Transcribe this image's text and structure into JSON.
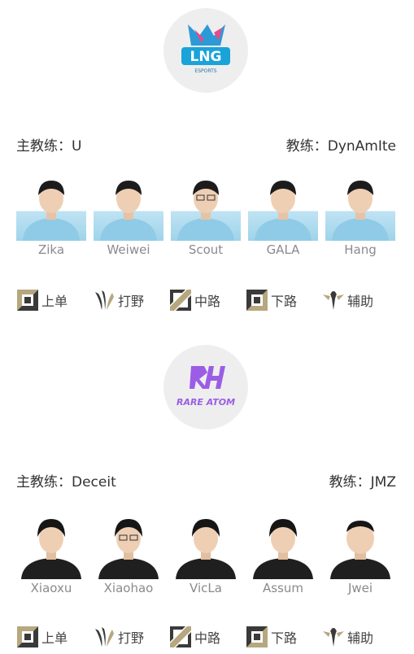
{
  "teams": [
    {
      "logo": {
        "text": "LNG",
        "subtext": "ESPORTS",
        "color": "#1aa3d9",
        "accent": "#e84a8a"
      },
      "head_coach": {
        "label": "主教练：",
        "name": "U"
      },
      "coach": {
        "label": "教练：",
        "name": "DynAmIte"
      },
      "players": [
        "Zika",
        "Weiwei",
        "Scout",
        "GALA",
        "Hang"
      ]
    },
    {
      "logo": {
        "text": "RARE ATOM",
        "mark": "RA",
        "color": "#9b5de5"
      },
      "head_coach": {
        "label": "主教练：",
        "name": "Deceit"
      },
      "coach": {
        "label": "教练：",
        "name": "JMZ"
      },
      "players": [
        "Xiaoxu",
        "Xiaohao",
        "VicLa",
        "Assum",
        "Jwei"
      ]
    }
  ],
  "roles": [
    "上单",
    "打野",
    "中路",
    "下路",
    "辅助"
  ],
  "role_icons": [
    "top-lane-icon",
    "jungle-icon",
    "mid-lane-icon",
    "bot-lane-icon",
    "support-icon"
  ],
  "colors": {
    "role_gold": "#b6a77e",
    "role_dark": "#3a3a3a",
    "name_gray": "#8a8a8a"
  }
}
